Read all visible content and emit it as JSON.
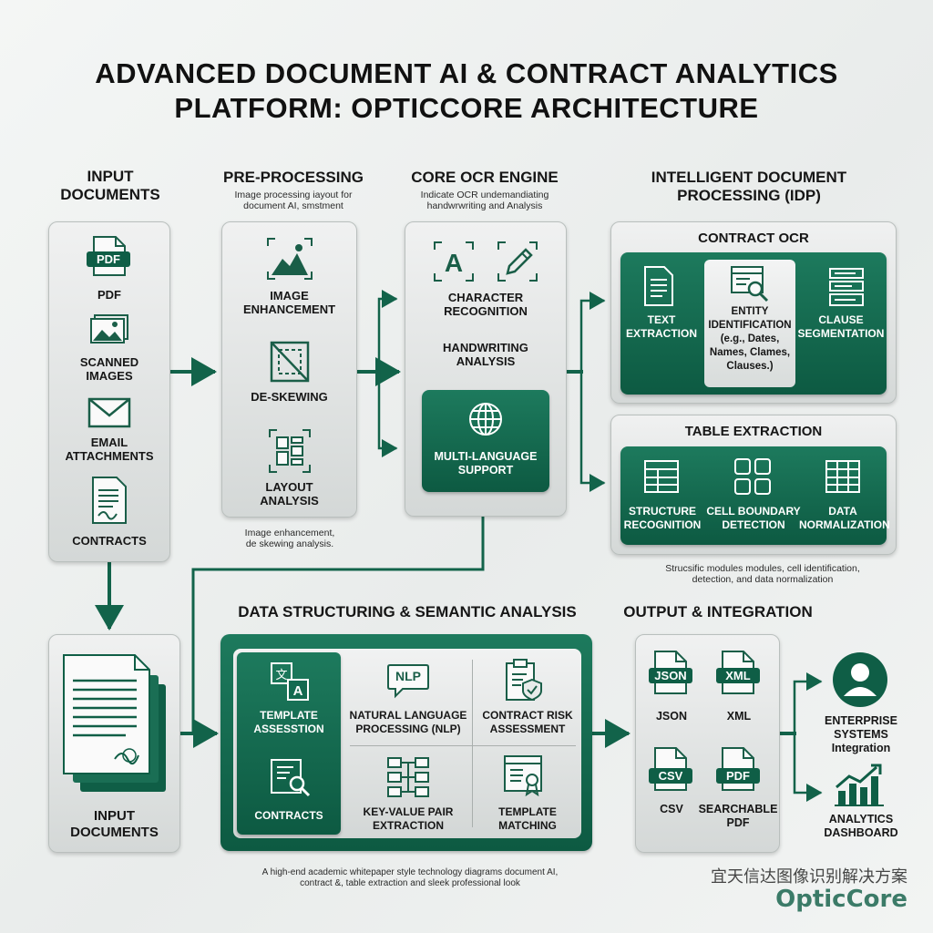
{
  "title": {
    "line1": "ADVANCED DOCUMENT AI & CONTRACT ANALYTICS",
    "line2": "PLATFORM: OPTICCORE ARCHITECTURE"
  },
  "input": {
    "title": "INPUT\nDOCUMENTS",
    "items": [
      {
        "label": "PDF",
        "tag": "PDF"
      },
      {
        "label": "SCANNED\nIMAGES"
      },
      {
        "label": "EMAIL\nATTACHMENTS"
      },
      {
        "label": "CONTRACTS"
      }
    ]
  },
  "preprocessing": {
    "title": "PRE-PROCESSING",
    "subtitle": "Image processing iayout for\ndocument AI, smstment",
    "items": [
      {
        "label": "IMAGE\nENHANCEMENT"
      },
      {
        "label": "DE-SKEWING"
      },
      {
        "label": "LAYOUT\nANALYSIS"
      }
    ],
    "note": "Image enhancement,\nde skewing analysis."
  },
  "ocr": {
    "title": "CORE OCR ENGINE",
    "subtitle": "Indicate OCR undemandiating\nhandwrwriting and Analysis",
    "character": "CHARACTER\nRECOGNITION",
    "handwriting": "HANDWRITING\nANALYSIS",
    "multilang": "MULTI-LANGUAGE\nSUPPORT"
  },
  "idp": {
    "title": "INTELLIGENT DOCUMENT\nPROCESSING (IDP)",
    "contract_ocr": {
      "title": "CONTRACT OCR",
      "items": [
        {
          "label": "TEXT\nEXTRACTION"
        },
        {
          "label": "ENTITY\nIDENTIFICATION\n(e.g., Dates,\nNames, Clames,\nClauses.)"
        },
        {
          "label": "CLAUSE\nSEGMENTATION"
        }
      ]
    },
    "table_extraction": {
      "title": "TABLE EXTRACTION",
      "items": [
        {
          "label": "STRUCTURE\nRECOGNITION"
        },
        {
          "label": "CELL BOUNDARY\nDETECTION"
        },
        {
          "label": "DATA\nNORMALIZATION"
        }
      ]
    },
    "note": "Strucsific modules modules, cell identification,\ndetection, and data normalization"
  },
  "structuring": {
    "title": "DATA STRUCTURING & SEMANTIC ANALYSIS",
    "input_title": "INPUT\nDOCUMENTS",
    "items": [
      {
        "label": "TEMPLATE\nASSESSTION"
      },
      {
        "label": "NATURAL LANGUAGE\nPROCESSING (NLP)",
        "tag": "NLP"
      },
      {
        "label": "CONTRACT RISK\nASSESSMENT"
      },
      {
        "label": "CONTRACTS"
      },
      {
        "label": "KEY-VALUE PAIR\nEXTRACTION"
      },
      {
        "label": "TEMPLATE\nMATCHING"
      }
    ]
  },
  "output": {
    "title": "OUTPUT & INTEGRATION",
    "items": [
      {
        "label": "JSON",
        "tag": "JSON"
      },
      {
        "label": "XML",
        "tag": "XML"
      },
      {
        "label": "CSV",
        "tag": "CSV"
      },
      {
        "label": "SEARCHABLE\nPDF",
        "tag": "PDF"
      }
    ],
    "targets": [
      {
        "label": "ENTERPRISE\nSYSTEMS\nIntegration"
      },
      {
        "label": "ANALYTICS\nDASHBOARD"
      }
    ]
  },
  "footer": {
    "caption": "A high-end academic whitepaper style technology diagrams document AI,\ncontract &, table extraction and sleek professional look",
    "chinese": "宜天信达图像识别解决方案",
    "brand": "OpticCore"
  },
  "colors": {
    "accent": "#0f5e46",
    "panel": "#dcdfde",
    "text": "#151515"
  }
}
